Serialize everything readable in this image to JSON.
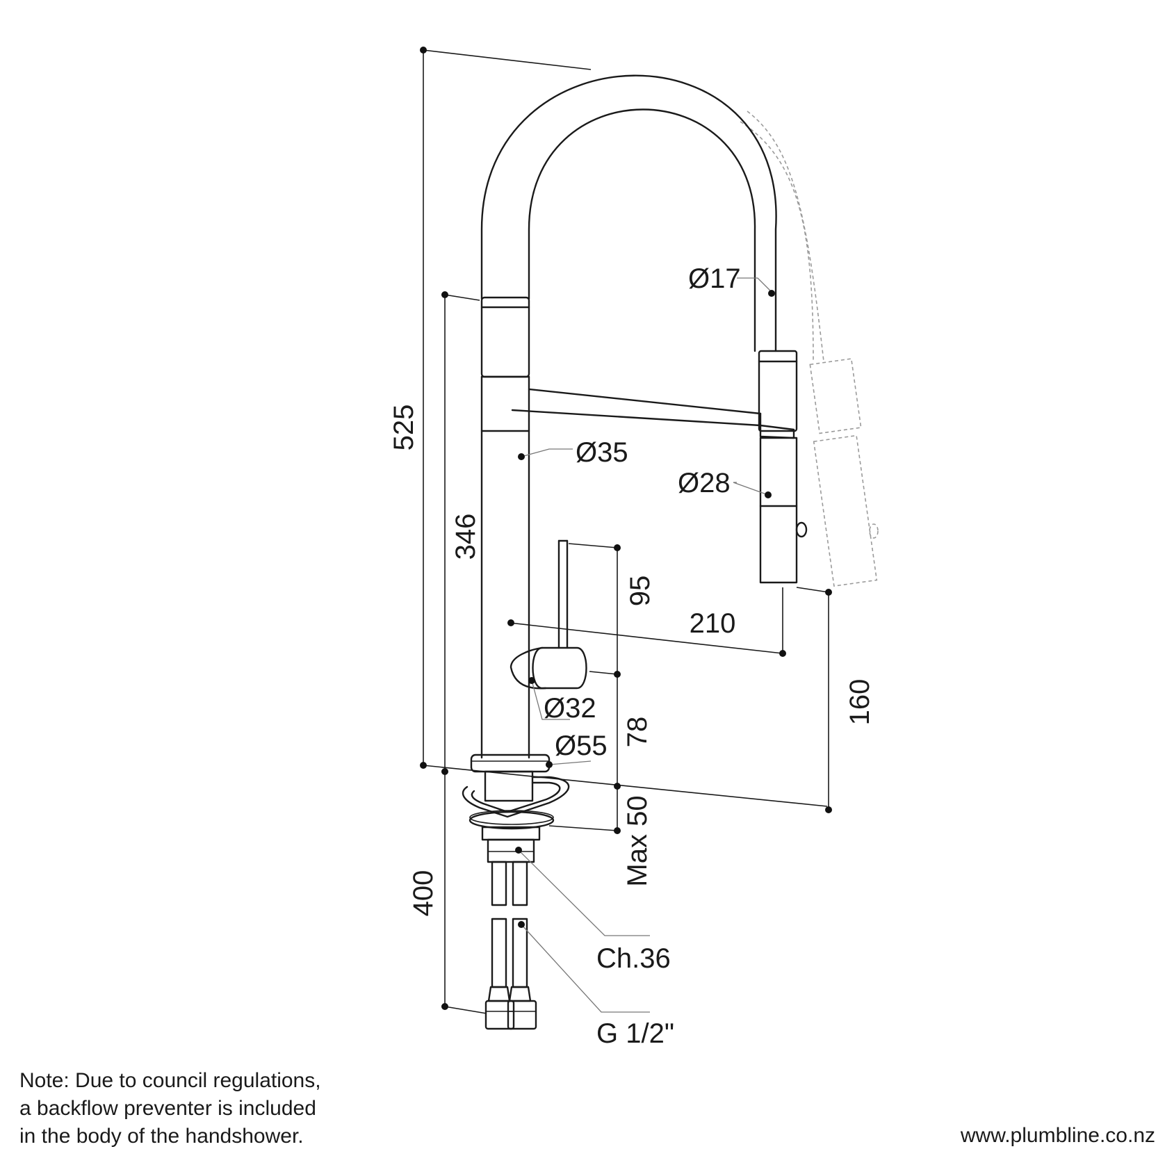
{
  "dimensions": {
    "overall_height": "525",
    "body_height": "346",
    "lever_height": "95",
    "spout_reach": "210",
    "spout_clearance": "160",
    "base_to_lever": "78",
    "max_bench_thickness": "Max 50",
    "hose_length": "400"
  },
  "diameters": {
    "hose": "Ø17",
    "body": "Ø35",
    "handshower": "Ø28",
    "lever": "Ø32",
    "base": "Ø55"
  },
  "connections": {
    "nut": "Ch.36",
    "thread": "G 1/2\""
  },
  "note": {
    "lines": [
      "Note: Due to council regulations,",
      "a backflow preventer is included",
      "in the body of the handshower."
    ]
  },
  "website": "www.plumbline.co.nz"
}
